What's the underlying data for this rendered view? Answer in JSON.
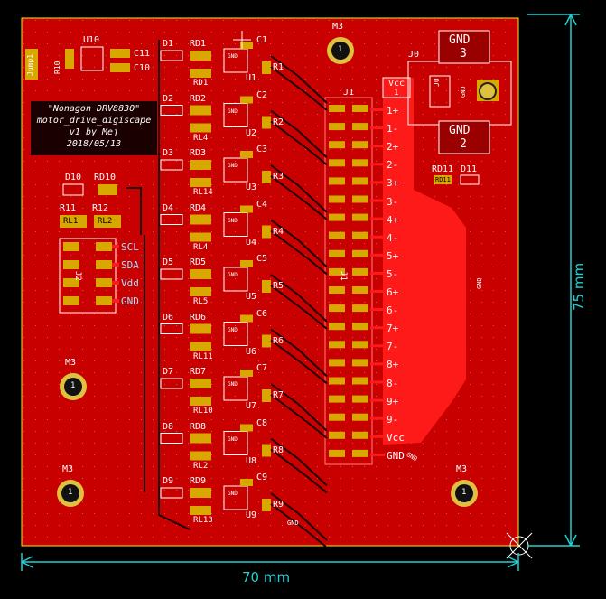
{
  "board": {
    "info_lines": [
      "\"Nonagon DRV8830\"",
      "motor_drive_digiscape",
      "v1 by Mej",
      "2018/05/13"
    ],
    "width_dim": "70 mm",
    "height_dim": "75 mm",
    "gnd_net": "GND"
  },
  "connector": {
    "ref": "J1",
    "pin_labels": [
      "1+",
      "1-",
      "2+",
      "2-",
      "3+",
      "3-",
      "4+",
      "4-",
      "5+",
      "5-",
      "6+",
      "6-",
      "7+",
      "7-",
      "8+",
      "8-",
      "9+",
      "9-",
      "Vcc",
      "GND"
    ],
    "vcc_pad": "Vcc",
    "vcc_pad_num": "1"
  },
  "power_jack": {
    "ref": "J0",
    "ref2": "J0",
    "gnd_top": "GND",
    "gnd_top_num": "3",
    "gnd_bottom": "GND",
    "gnd_bottom_num": "2",
    "gnd_pin": "GND"
  },
  "i2c": {
    "ref": "J2",
    "pins": [
      "SCL",
      "SDA",
      "Vdd",
      "GND"
    ]
  },
  "mounting_holes": {
    "ref": "M3",
    "pad": "1"
  },
  "misc_parts": {
    "jumper": "Jump1",
    "r10": "R10",
    "u10": "U10",
    "c10": "C10",
    "c11": "C11",
    "d10": "D10",
    "rd10": "RD10",
    "r11": "R11",
    "r12": "R12",
    "rl1": "RL1",
    "rl2": "RL2",
    "rd11": "RD11",
    "d11": "D11",
    "rd11_pad": "RD11"
  },
  "channels": [
    {
      "d": "D1",
      "rd": "RD1",
      "rl": "RD1",
      "u": "U1",
      "c": "C1",
      "r": "R1"
    },
    {
      "d": "D2",
      "rd": "RD2",
      "rl": "RL4",
      "u": "U2",
      "c": "C2",
      "r": "R2"
    },
    {
      "d": "D3",
      "rd": "RD3",
      "rl": "RL14",
      "u": "U3",
      "c": "C3",
      "r": "R3"
    },
    {
      "d": "D4",
      "rd": "RD4",
      "rl": "RL4",
      "u": "U4",
      "c": "C4",
      "r": "R4"
    },
    {
      "d": "D5",
      "rd": "RD5",
      "rl": "RL5",
      "u": "U5",
      "c": "C5",
      "r": "R5"
    },
    {
      "d": "D6",
      "rd": "RD6",
      "rl": "RL11",
      "u": "U6",
      "c": "C6",
      "r": "R6"
    },
    {
      "d": "D7",
      "rd": "RD7",
      "rl": "RL10",
      "u": "U7",
      "c": "C7",
      "r": "R7"
    },
    {
      "d": "D8",
      "rd": "RD8",
      "rl": "RL2",
      "u": "U8",
      "c": "C8",
      "r": "R8"
    },
    {
      "d": "D9",
      "rd": "RD9",
      "rl": "RL13",
      "u": "U9",
      "c": "C9",
      "r": "R9"
    }
  ],
  "colors": {
    "board": "#c80000",
    "board_dark": "#9a0000",
    "copper": "#ff1a1a",
    "pad": "#d9a800",
    "silk": "#ffffff",
    "dimension": "#1fd1d1",
    "outline": "#f2f200"
  }
}
